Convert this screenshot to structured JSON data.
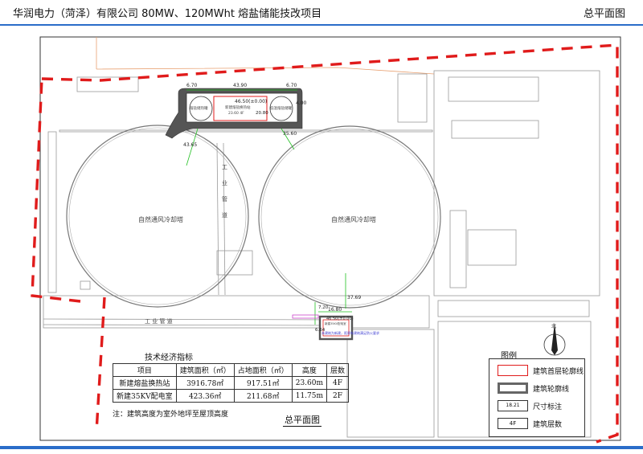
{
  "header": {
    "title": "华润电力（菏泽）有限公司 80MW、120MWht 熔盐储能技改项目",
    "right": "总平面图"
  },
  "site": {
    "tower_left_label": "自然通风冷却塔",
    "tower_right_label": "自然通风冷却塔",
    "pipe_v_label": [
      "工",
      "业",
      "管",
      "道"
    ],
    "pipe_h_label": "工    业    管    道",
    "north_label": "北"
  },
  "dims": {
    "d1": "6.70",
    "d2": "43.90",
    "d3": "6.70",
    "d4": "46.50(±0.00)",
    "d5": "20.80",
    "d6": "4.00",
    "d7": "43.65",
    "d8": "35.60",
    "d9": "37.69",
    "d10": "16.80",
    "d11": "7.20",
    "d12": "46.50(±0.00)",
    "d13": "6.64"
  },
  "building_labels": {
    "a_left": "熔盐储热罐",
    "a_center": "新建熔盐换热站",
    "a_center2": "23.60 4F",
    "a_right": "低温熔盐储罐",
    "b_main": "新建35KV配电室",
    "b_note": "本建筑为新建，距原有建筑满足防火要求"
  },
  "table": {
    "title": "技术经济指标",
    "headers": [
      "项目",
      "建筑面积（㎡）",
      "占地面积（㎡）",
      "高度",
      "层数"
    ],
    "rows": [
      [
        "新建熔盐换热站",
        "3916.78㎡",
        "917.51㎡",
        "23.60m",
        "4F"
      ],
      [
        "新建35KV配电室",
        "423.36㎡",
        "211.68㎡",
        "11.75m",
        "2F"
      ]
    ],
    "note": "注：建筑高度为室外地坪至屋顶高度"
  },
  "plan_title": "总平面图",
  "legend": {
    "title": "图例",
    "items": [
      {
        "label": "建筑首层轮廓线"
      },
      {
        "label": "建筑轮廓线"
      },
      {
        "label": "尺寸标注",
        "sample": "18.21"
      },
      {
        "label": "建筑层数",
        "sample": "4F"
      }
    ]
  },
  "colors": {
    "boundary": "#e01b1b",
    "dimension": "#22c022",
    "outline": "#888888",
    "pipe": "#cc44cc",
    "accent_line": "#2a6dc9"
  }
}
